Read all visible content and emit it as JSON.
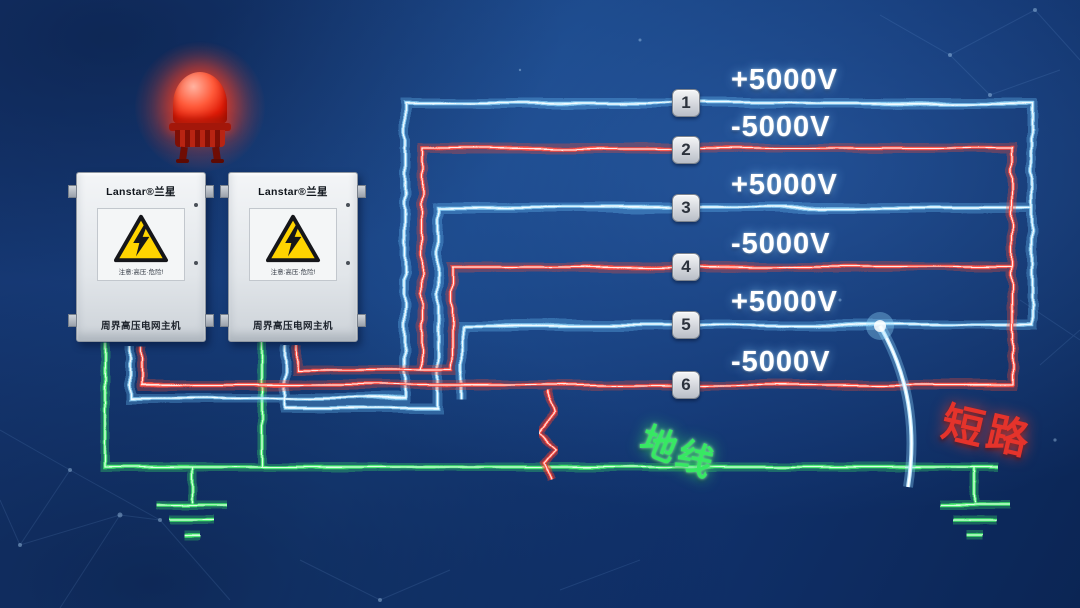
{
  "devices": [
    {
      "brand": "Lanstar®兰星",
      "warning_text": "注意:高压·危险!",
      "label": "周界高压电网主机"
    },
    {
      "brand": "Lanstar®兰星",
      "warning_text": "注意:高压·危险!",
      "label": "周界高压电网主机"
    }
  ],
  "wires": [
    {
      "badge": "1",
      "voltage": "+5000V",
      "polarity": "positive"
    },
    {
      "badge": "2",
      "voltage": "-5000V",
      "polarity": "negative"
    },
    {
      "badge": "3",
      "voltage": "+5000V",
      "polarity": "positive"
    },
    {
      "badge": "4",
      "voltage": "-5000V",
      "polarity": "negative"
    },
    {
      "badge": "5",
      "voltage": "+5000V",
      "polarity": "positive"
    },
    {
      "badge": "6",
      "voltage": "-5000V",
      "polarity": "negative"
    }
  ],
  "labels": {
    "ground_wire": "地线",
    "short_circuit": "短路"
  },
  "colors": {
    "positive_wire": "#9adfff",
    "negative_wire": "#ff4a3c",
    "ground_wire": "#3fe969",
    "ground_label_text": "#37e863",
    "short_circuit_text": "#e5332b",
    "alarm_light": "#ff3b24",
    "warning_triangle": "#ffd400",
    "voltage_text": "#ffffff"
  },
  "icons": {
    "alarm_beacon": "red-alarm-strobe-light",
    "high_voltage_warning": "lightning-bolt-triangle",
    "ground_symbol": "earth-ground"
  }
}
